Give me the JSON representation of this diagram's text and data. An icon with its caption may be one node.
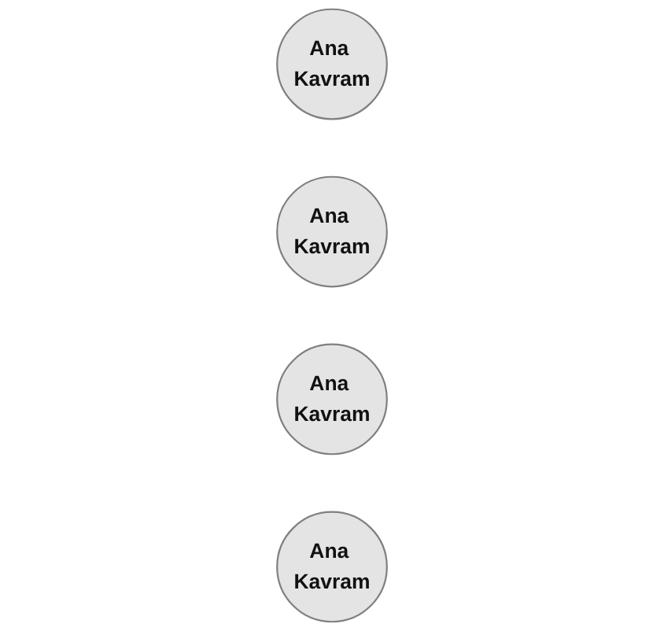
{
  "diagram": {
    "nodes": [
      {
        "text": [
          "Ana Kavram"
        ]
      },
      {
        "text": [
          "Ana Kavram"
        ]
      },
      {
        "text": [
          "Ana Kavram"
        ]
      },
      {
        "text": [
          "Ana Kavram"
        ]
      }
    ]
  }
}
